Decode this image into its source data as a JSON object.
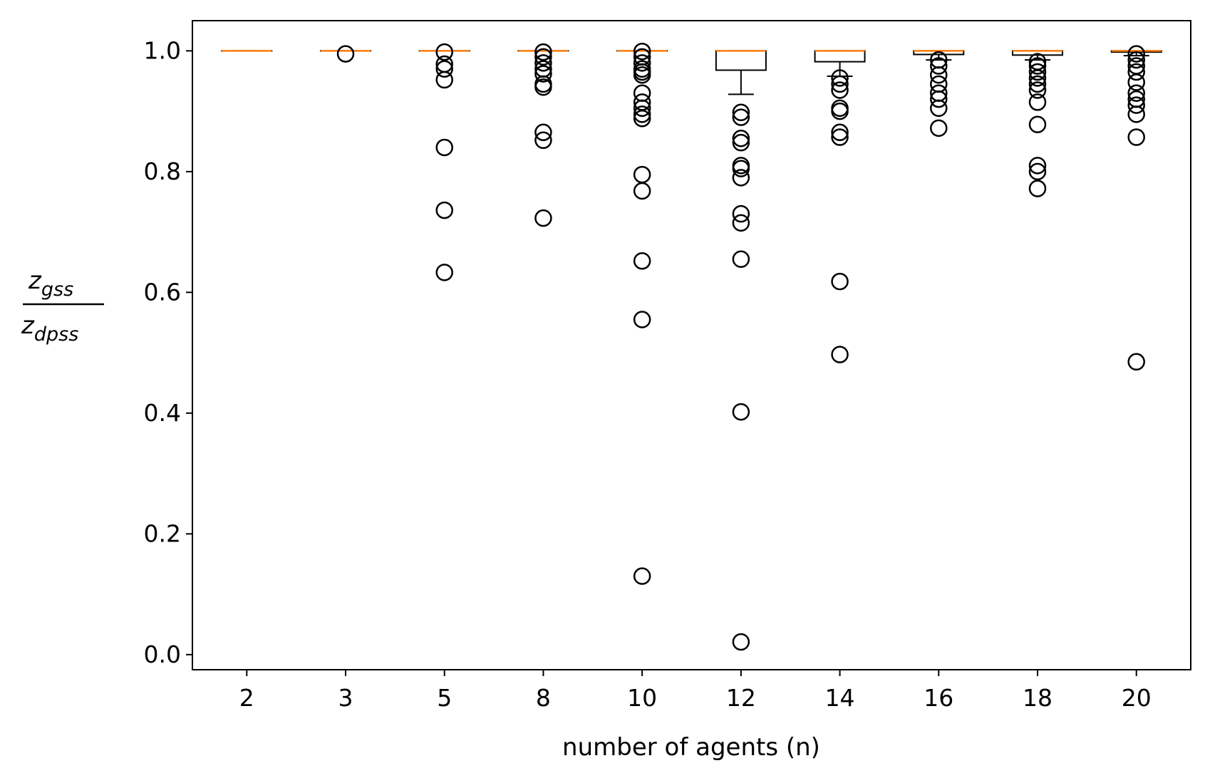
{
  "chart_data": {
    "type": "box",
    "xlabel": "number of agents (n)",
    "ylabel": {
      "numerator": "z",
      "numerator_subscript": "gss",
      "denominator": "z",
      "denominator_subscript": "dpss"
    },
    "ylim": [
      -0.025,
      1.05
    ],
    "yticks": [
      0.0,
      0.2,
      0.4,
      0.6,
      0.8,
      1.0
    ],
    "ytick_labels": [
      "0.0",
      "0.2",
      "0.4",
      "0.6",
      "0.8",
      "1.0"
    ],
    "categories": [
      "2",
      "3",
      "5",
      "8",
      "10",
      "12",
      "14",
      "16",
      "18",
      "20"
    ],
    "colors": {
      "box": "#000000",
      "median": "#ff7f0e",
      "outlier": "#000000"
    },
    "grid": false,
    "boxes": [
      {
        "category": "2",
        "q1": 1.0,
        "median": 1.0,
        "q3": 1.0,
        "whisker_low": 1.0,
        "whisker_high": 1.0,
        "outliers": []
      },
      {
        "category": "3",
        "q1": 1.0,
        "median": 1.0,
        "q3": 1.0,
        "whisker_low": 1.0,
        "whisker_high": 1.0,
        "outliers": [
          0.995
        ]
      },
      {
        "category": "5",
        "q1": 1.0,
        "median": 1.0,
        "q3": 1.0,
        "whisker_low": 1.0,
        "whisker_high": 1.0,
        "outliers": [
          0.998,
          0.978,
          0.97,
          0.952,
          0.84,
          0.736,
          0.633
        ]
      },
      {
        "category": "8",
        "q1": 1.0,
        "median": 1.0,
        "q3": 1.0,
        "whisker_low": 1.0,
        "whisker_high": 1.0,
        "outliers": [
          0.998,
          0.99,
          0.98,
          0.97,
          0.962,
          0.945,
          0.94,
          0.865,
          0.852,
          0.723
        ]
      },
      {
        "category": "10",
        "q1": 1.0,
        "median": 1.0,
        "q3": 1.0,
        "whisker_low": 1.0,
        "whisker_high": 1.0,
        "outliers": [
          0.999,
          0.99,
          0.98,
          0.97,
          0.965,
          0.96,
          0.93,
          0.915,
          0.905,
          0.895,
          0.888,
          0.795,
          0.768,
          0.652,
          0.555,
          0.13
        ]
      },
      {
        "category": "12",
        "q1": 0.968,
        "median": 1.0,
        "q3": 1.0,
        "whisker_low": 0.928,
        "whisker_high": 1.0,
        "outliers": [
          0.898,
          0.89,
          0.855,
          0.848,
          0.81,
          0.805,
          0.79,
          0.73,
          0.715,
          0.655,
          0.402,
          0.021
        ]
      },
      {
        "category": "14",
        "q1": 0.982,
        "median": 1.0,
        "q3": 1.0,
        "whisker_low": 0.958,
        "whisker_high": 1.0,
        "outliers": [
          0.955,
          0.945,
          0.935,
          0.905,
          0.9,
          0.865,
          0.857,
          0.618,
          0.497
        ]
      },
      {
        "category": "16",
        "q1": 0.994,
        "median": 1.0,
        "q3": 1.0,
        "whisker_low": 0.985,
        "whisker_high": 1.0,
        "outliers": [
          0.985,
          0.975,
          0.96,
          0.945,
          0.93,
          0.92,
          0.905,
          0.872
        ]
      },
      {
        "category": "18",
        "q1": 0.993,
        "median": 1.0,
        "q3": 1.0,
        "whisker_low": 0.985,
        "whisker_high": 1.0,
        "outliers": [
          0.982,
          0.975,
          0.965,
          0.955,
          0.945,
          0.935,
          0.915,
          0.878,
          0.81,
          0.8,
          0.772
        ]
      },
      {
        "category": "20",
        "q1": 0.998,
        "median": 1.0,
        "q3": 1.0,
        "whisker_low": 0.992,
        "whisker_high": 1.0,
        "outliers": [
          0.995,
          0.985,
          0.975,
          0.965,
          0.948,
          0.93,
          0.92,
          0.91,
          0.895,
          0.857,
          0.485
        ]
      }
    ]
  }
}
